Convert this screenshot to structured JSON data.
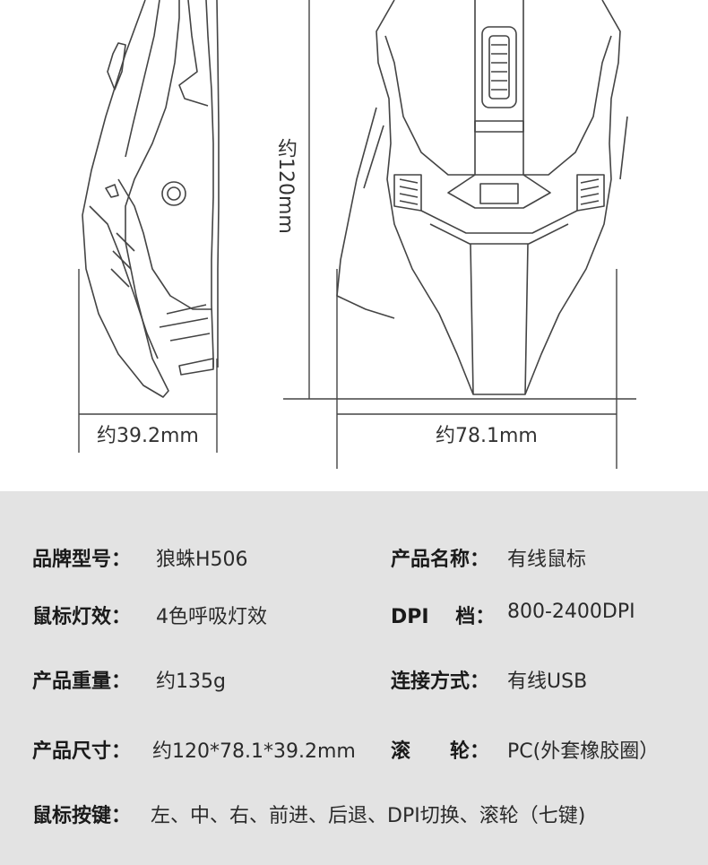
{
  "dimensions": {
    "height": "约120mm",
    "thickness": "约39.2mm",
    "width": "约78.1mm"
  },
  "specs": [
    [
      {
        "label": "品牌型号：",
        "value": "狼蛛H506"
      },
      {
        "label": "产品名称：",
        "value": "有线鼠标"
      }
    ],
    [
      {
        "label": "鼠标灯效：",
        "value": "4色呼吸灯效"
      },
      {
        "label": "DPI　 档：",
        "value": "800-2400DPI"
      }
    ],
    [
      {
        "label": "产品重量：",
        "value": "约135g"
      },
      {
        "label": "连接方式：",
        "value": "有线USB"
      }
    ],
    [
      {
        "label": "产品尺寸：",
        "value": "约120*78.1*39.2mm"
      },
      {
        "label": "滚　　轮：",
        "value": "PC(外套橡胶圈）"
      }
    ],
    [
      {
        "label": "鼠标按键：",
        "value": "左、中、右、前进、后退、DPI切换、滚轮（七键)"
      }
    ]
  ],
  "colors": {
    "panel_background": "#e3e3e3",
    "line_color": "#444444"
  },
  "icons": [
    "mouse-side-view-drawing",
    "mouse-top-view-drawing"
  ]
}
